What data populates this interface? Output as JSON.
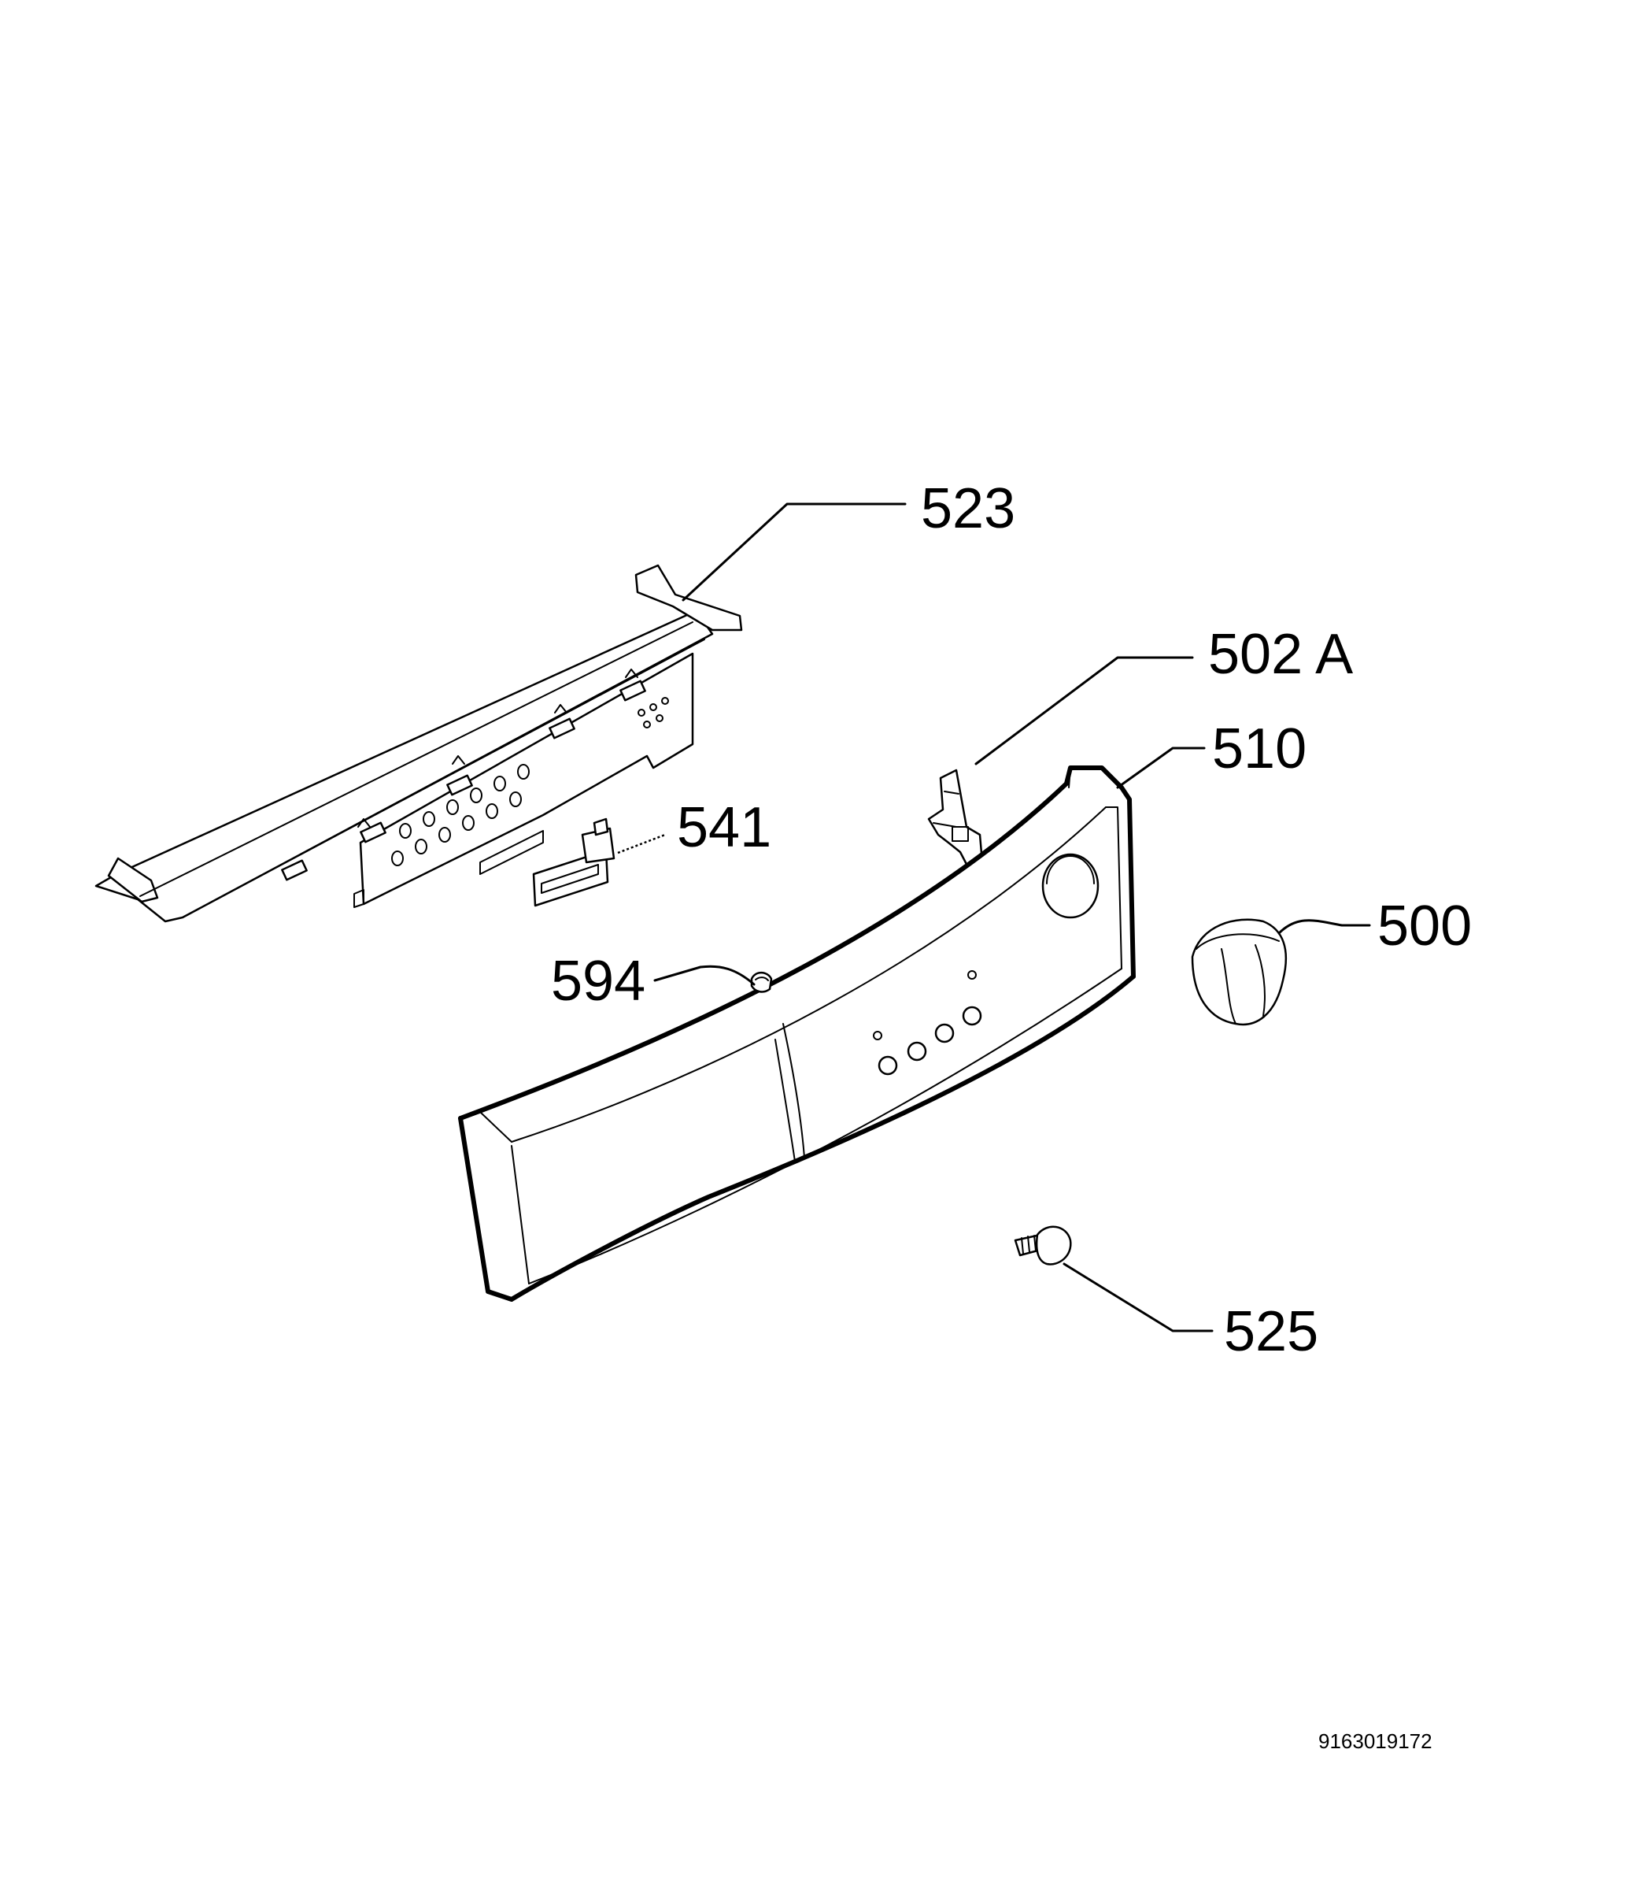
{
  "callouts": {
    "p523": "523",
    "p502a": "502 A",
    "p510": "510",
    "p541": "541",
    "p500": "500",
    "p594": "594",
    "p525": "525"
  },
  "document_number": "9163019172",
  "colors": {
    "line": "#000000",
    "background": "#ffffff"
  }
}
